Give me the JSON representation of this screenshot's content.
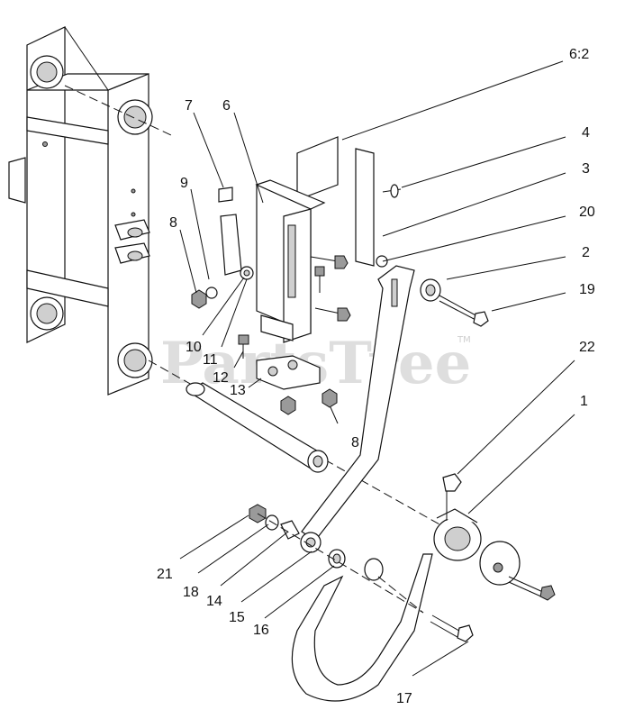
{
  "watermark": {
    "text": "PartsTree",
    "tm": "TM"
  },
  "callouts": [
    "6:2",
    "7",
    "6",
    "4",
    "3",
    "9",
    "20",
    "8",
    "2",
    "19",
    "10",
    "11",
    "12",
    "13",
    "22",
    "8",
    "1",
    "21",
    "18",
    "14",
    "15",
    "16",
    "17"
  ]
}
